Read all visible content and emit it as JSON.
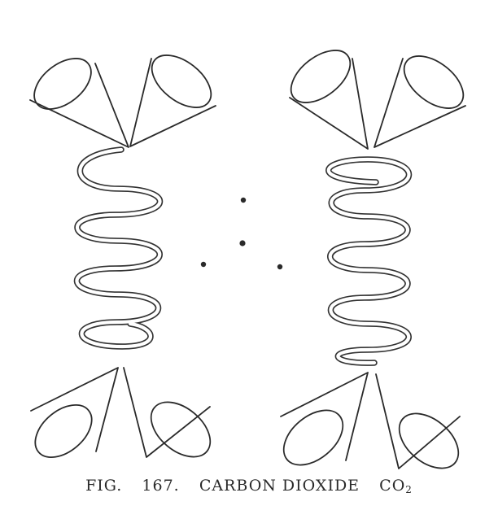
{
  "caption": {
    "fig_label": "FIG.",
    "fig_number": "167.",
    "title": "CARBON DIOXIDE",
    "formula_main": "CO",
    "formula_sub": "2"
  },
  "colors": {
    "ink": "#2a2a2a",
    "background": "#ffffff"
  }
}
